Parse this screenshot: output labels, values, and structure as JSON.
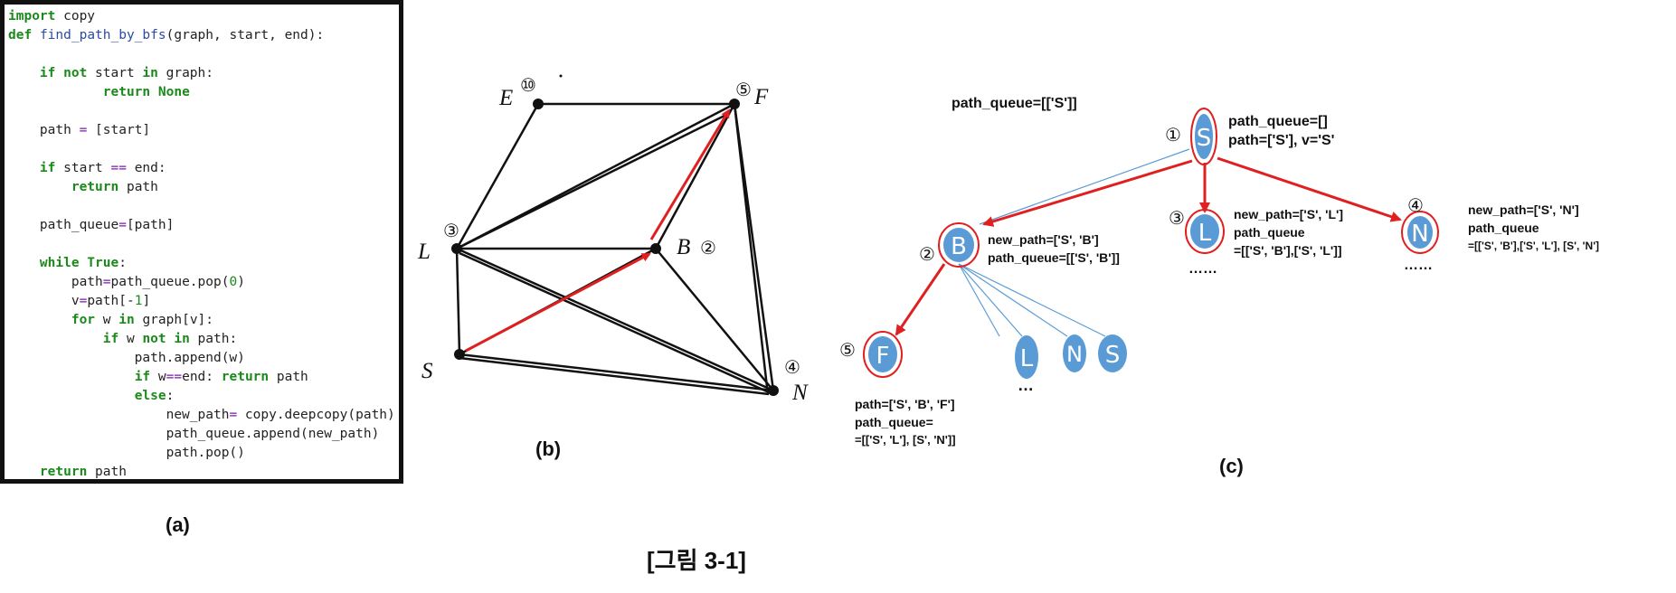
{
  "code_lines": [
    [
      [
        "kw",
        "import"
      ],
      [
        "t",
        " copy"
      ]
    ],
    [
      [
        "kw",
        "def"
      ],
      [
        "t",
        " "
      ],
      [
        "fn",
        "find_path_by_bfs"
      ],
      [
        "t",
        "(graph, start, end):"
      ]
    ],
    [],
    [
      [
        "t",
        "    "
      ],
      [
        "kw",
        "if not"
      ],
      [
        "t",
        " start "
      ],
      [
        "kw",
        "in"
      ],
      [
        "t",
        " graph:"
      ]
    ],
    [
      [
        "t",
        "            "
      ],
      [
        "kw",
        "return None"
      ]
    ],
    [],
    [
      [
        "t",
        "    path "
      ],
      [
        "kw2",
        "="
      ],
      [
        "t",
        " [start]"
      ]
    ],
    [],
    [
      [
        "t",
        "    "
      ],
      [
        "kw",
        "if"
      ],
      [
        "t",
        " start "
      ],
      [
        "kw2",
        "=="
      ],
      [
        "t",
        " end:"
      ]
    ],
    [
      [
        "t",
        "        "
      ],
      [
        "kw",
        "return"
      ],
      [
        "t",
        " path"
      ]
    ],
    [],
    [
      [
        "t",
        "    path_queue"
      ],
      [
        "kw2",
        "="
      ],
      [
        "t",
        "[path]"
      ]
    ],
    [],
    [
      [
        "t",
        "    "
      ],
      [
        "kw",
        "while True"
      ],
      [
        "t",
        ":"
      ]
    ],
    [
      [
        "t",
        "        path"
      ],
      [
        "kw2",
        "="
      ],
      [
        "t",
        "path_queue.pop("
      ],
      [
        "num",
        "0"
      ],
      [
        "t",
        ")"
      ]
    ],
    [
      [
        "t",
        "        v"
      ],
      [
        "kw2",
        "="
      ],
      [
        "t",
        "path[-"
      ],
      [
        "num",
        "1"
      ],
      [
        "t",
        "]"
      ]
    ],
    [
      [
        "t",
        "        "
      ],
      [
        "kw",
        "for"
      ],
      [
        "t",
        " w "
      ],
      [
        "kw",
        "in"
      ],
      [
        "t",
        " graph[v]:"
      ]
    ],
    [
      [
        "t",
        "            "
      ],
      [
        "kw",
        "if"
      ],
      [
        "t",
        " w "
      ],
      [
        "kw",
        "not in"
      ],
      [
        "t",
        " path:"
      ]
    ],
    [
      [
        "t",
        "                path.append(w)"
      ]
    ],
    [
      [
        "t",
        "                "
      ],
      [
        "kw",
        "if"
      ],
      [
        "t",
        " w"
      ],
      [
        "kw2",
        "=="
      ],
      [
        "t",
        "end: "
      ],
      [
        "kw",
        "return"
      ],
      [
        "t",
        " path"
      ]
    ],
    [
      [
        "t",
        "                "
      ],
      [
        "kw",
        "else"
      ],
      [
        "t",
        ":"
      ]
    ],
    [
      [
        "t",
        "                    new_path"
      ],
      [
        "kw2",
        "="
      ],
      [
        "t",
        " copy.deepcopy(path)"
      ]
    ],
    [
      [
        "t",
        "                    path_queue.append(new_path)"
      ]
    ],
    [
      [
        "t",
        "                    path.pop()"
      ]
    ],
    [
      [
        "t",
        "    "
      ],
      [
        "kw",
        "return"
      ],
      [
        "t",
        " path"
      ]
    ]
  ],
  "captions": {
    "a": "(a)",
    "b": "(b)",
    "c": "(c)",
    "figure": "[그림 3-1]"
  },
  "graph_b": {
    "labels": {
      "E": "E",
      "F": "F",
      "L": "L",
      "B": "B",
      "S": "S",
      "N": "N"
    },
    "order": {
      "E": "⑩",
      "F": "⑤",
      "L": "③",
      "B": "②",
      "N": "④"
    }
  },
  "tree_c": {
    "initial": "path_queue=[['S']]",
    "nodes": {
      "S": "S",
      "B": "B",
      "L": "L",
      "N": "N",
      "F": "F",
      "L2": "L",
      "N2": "N",
      "S2": "S"
    },
    "order": {
      "S": "①",
      "B": "②",
      "L": "③",
      "N": "④",
      "F": "⑤"
    },
    "ann_S": [
      "path_queue=[]",
      "path=['S'], v='S'"
    ],
    "ann_B": [
      "new_path=['S', 'B']",
      "path_queue=[['S', 'B']]"
    ],
    "ann_L": [
      "new_path=['S', 'L']",
      "path_queue",
      "=[['S', 'B'],['S', 'L']]"
    ],
    "ann_N": [
      "new_path=['S', 'N']",
      "path_queue",
      "=[['S', 'B'],['S', 'L'], [S', 'N']"
    ],
    "ann_F": [
      "path=['S', 'B', 'F']",
      "path_queue=",
      "=[['S', 'L'], [S', 'N']]"
    ],
    "dots_L": "……",
    "dots_N": "……",
    "dots_B": "…"
  },
  "colors": {
    "red": "#e02020",
    "node_fill": "#5b9bd5",
    "thin_line": "#5b9bd5"
  }
}
